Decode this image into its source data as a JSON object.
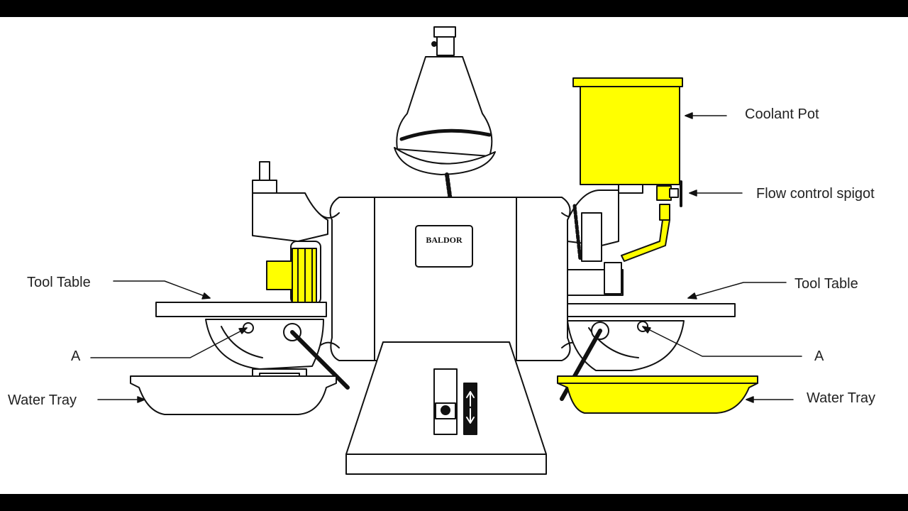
{
  "labels": {
    "coolant_pot": "Coolant Pot",
    "flow_control_spigot": "Flow control spigot",
    "tool_table_left": "Tool Table",
    "tool_table_right": "Tool Table",
    "a_left": "A",
    "a_right": "A",
    "water_tray_left": "Water Tray",
    "water_tray_right": "Water Tray",
    "brand": "BALDOR"
  },
  "colors": {
    "highlight": "#ffff00",
    "line": "#111111",
    "background": "#ffffff",
    "letterbox": "#000000"
  }
}
